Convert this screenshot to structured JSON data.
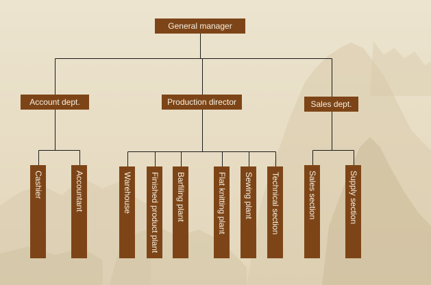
{
  "colors": {
    "box_fill": "#7d4517",
    "box_text": "#f6efe2",
    "connector": "#1a1a1a"
  },
  "org_chart": {
    "root": {
      "label": "General manager"
    },
    "departments": [
      {
        "label": "Account dept.",
        "units": [
          {
            "label": "Cashier"
          },
          {
            "label": "Accountant"
          }
        ]
      },
      {
        "label": "Production director",
        "units": [
          {
            "label": "Warehouse"
          },
          {
            "label": "Finished product plant"
          },
          {
            "label": "Barfiling plant"
          },
          {
            "label": "Flat knitting plant"
          },
          {
            "label": "Sewing plant"
          },
          {
            "label": "Technical section"
          }
        ]
      },
      {
        "label": "Sales dept.",
        "units": [
          {
            "label": "Sales section"
          },
          {
            "label": "Supply section"
          }
        ]
      }
    ]
  }
}
